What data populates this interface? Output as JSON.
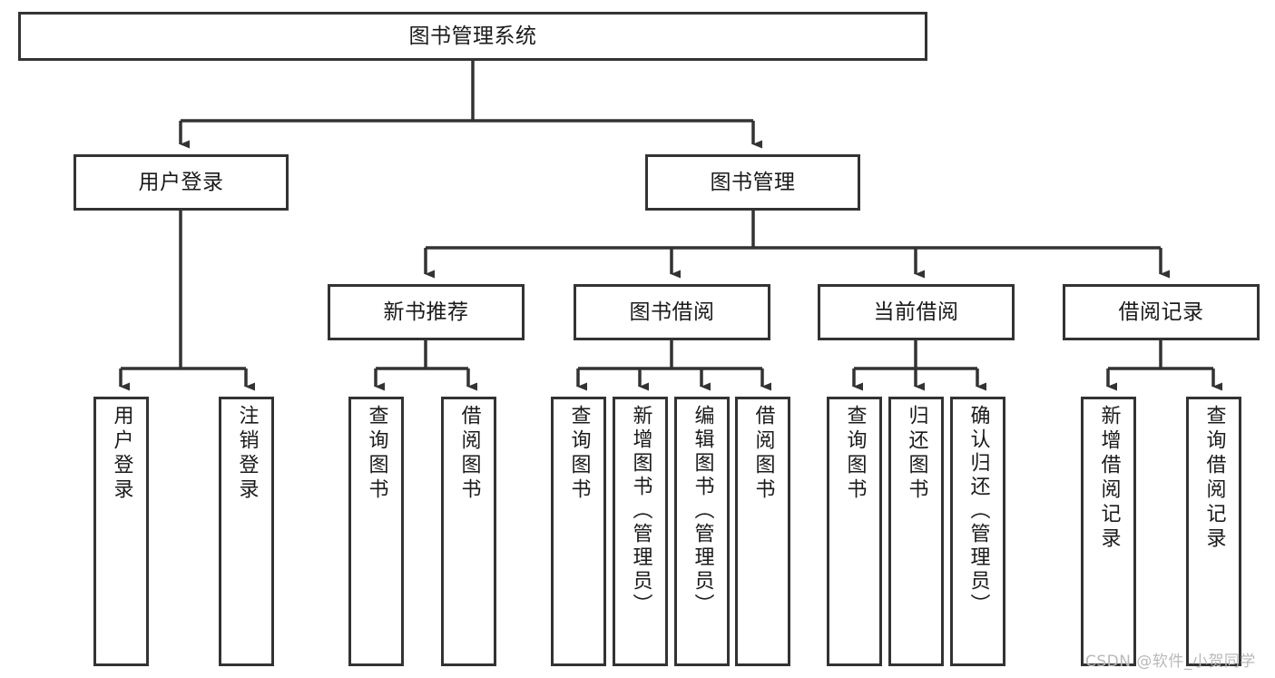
{
  "diagram": {
    "title": "图书管理系统",
    "type": "functional-structure-tree",
    "levels": 4,
    "colors": {
      "box_border": "#333333",
      "box_fill": "#ffffff",
      "edge": "#333333",
      "text": "#1a1a1a",
      "watermark": "#b9b9b9",
      "background": "#ffffff"
    },
    "nodes": {
      "root": {
        "label": "图书管理系统"
      },
      "level2": [
        {
          "id": "user-login",
          "label": "用户登录"
        },
        {
          "id": "book-manage",
          "label": "图书管理"
        }
      ],
      "level3": [
        {
          "id": "new-book-recommend",
          "label": "新书推荐",
          "parent": "book-manage"
        },
        {
          "id": "book-borrow",
          "label": "图书借阅",
          "parent": "book-manage"
        },
        {
          "id": "current-borrow",
          "label": "当前借阅",
          "parent": "book-manage"
        },
        {
          "id": "borrow-record",
          "label": "借阅记录",
          "parent": "book-manage"
        }
      ],
      "leaves": [
        {
          "id": "leaf-user-login",
          "label": "用户登录",
          "parent": "user-login"
        },
        {
          "id": "leaf-user-logout",
          "label": "注销登录",
          "parent": "user-login"
        },
        {
          "id": "leaf-query-book-1",
          "label": "查询图书",
          "parent": "new-book-recommend"
        },
        {
          "id": "leaf-borrow-book-1",
          "label": "借阅图书",
          "parent": "new-book-recommend"
        },
        {
          "id": "leaf-query-book-2",
          "label": "查询图书",
          "parent": "book-borrow"
        },
        {
          "id": "leaf-add-book",
          "label": "新增图书（管理员）",
          "parent": "book-borrow"
        },
        {
          "id": "leaf-edit-book",
          "label": "编辑图书（管理员）",
          "parent": "book-borrow"
        },
        {
          "id": "leaf-borrow-book-2",
          "label": "借阅图书",
          "parent": "book-borrow"
        },
        {
          "id": "leaf-query-book-3",
          "label": "查询图书",
          "parent": "current-borrow"
        },
        {
          "id": "leaf-return-book",
          "label": "归还图书",
          "parent": "current-borrow"
        },
        {
          "id": "leaf-confirm-return",
          "label": "确认归还（管理员）",
          "parent": "current-borrow"
        },
        {
          "id": "leaf-add-record",
          "label": "新增借阅记录",
          "parent": "borrow-record"
        },
        {
          "id": "leaf-query-record",
          "label": "查询借阅记录",
          "parent": "borrow-record"
        }
      ]
    }
  },
  "watermark": {
    "text": "CSDN @软件_小贺同学"
  }
}
